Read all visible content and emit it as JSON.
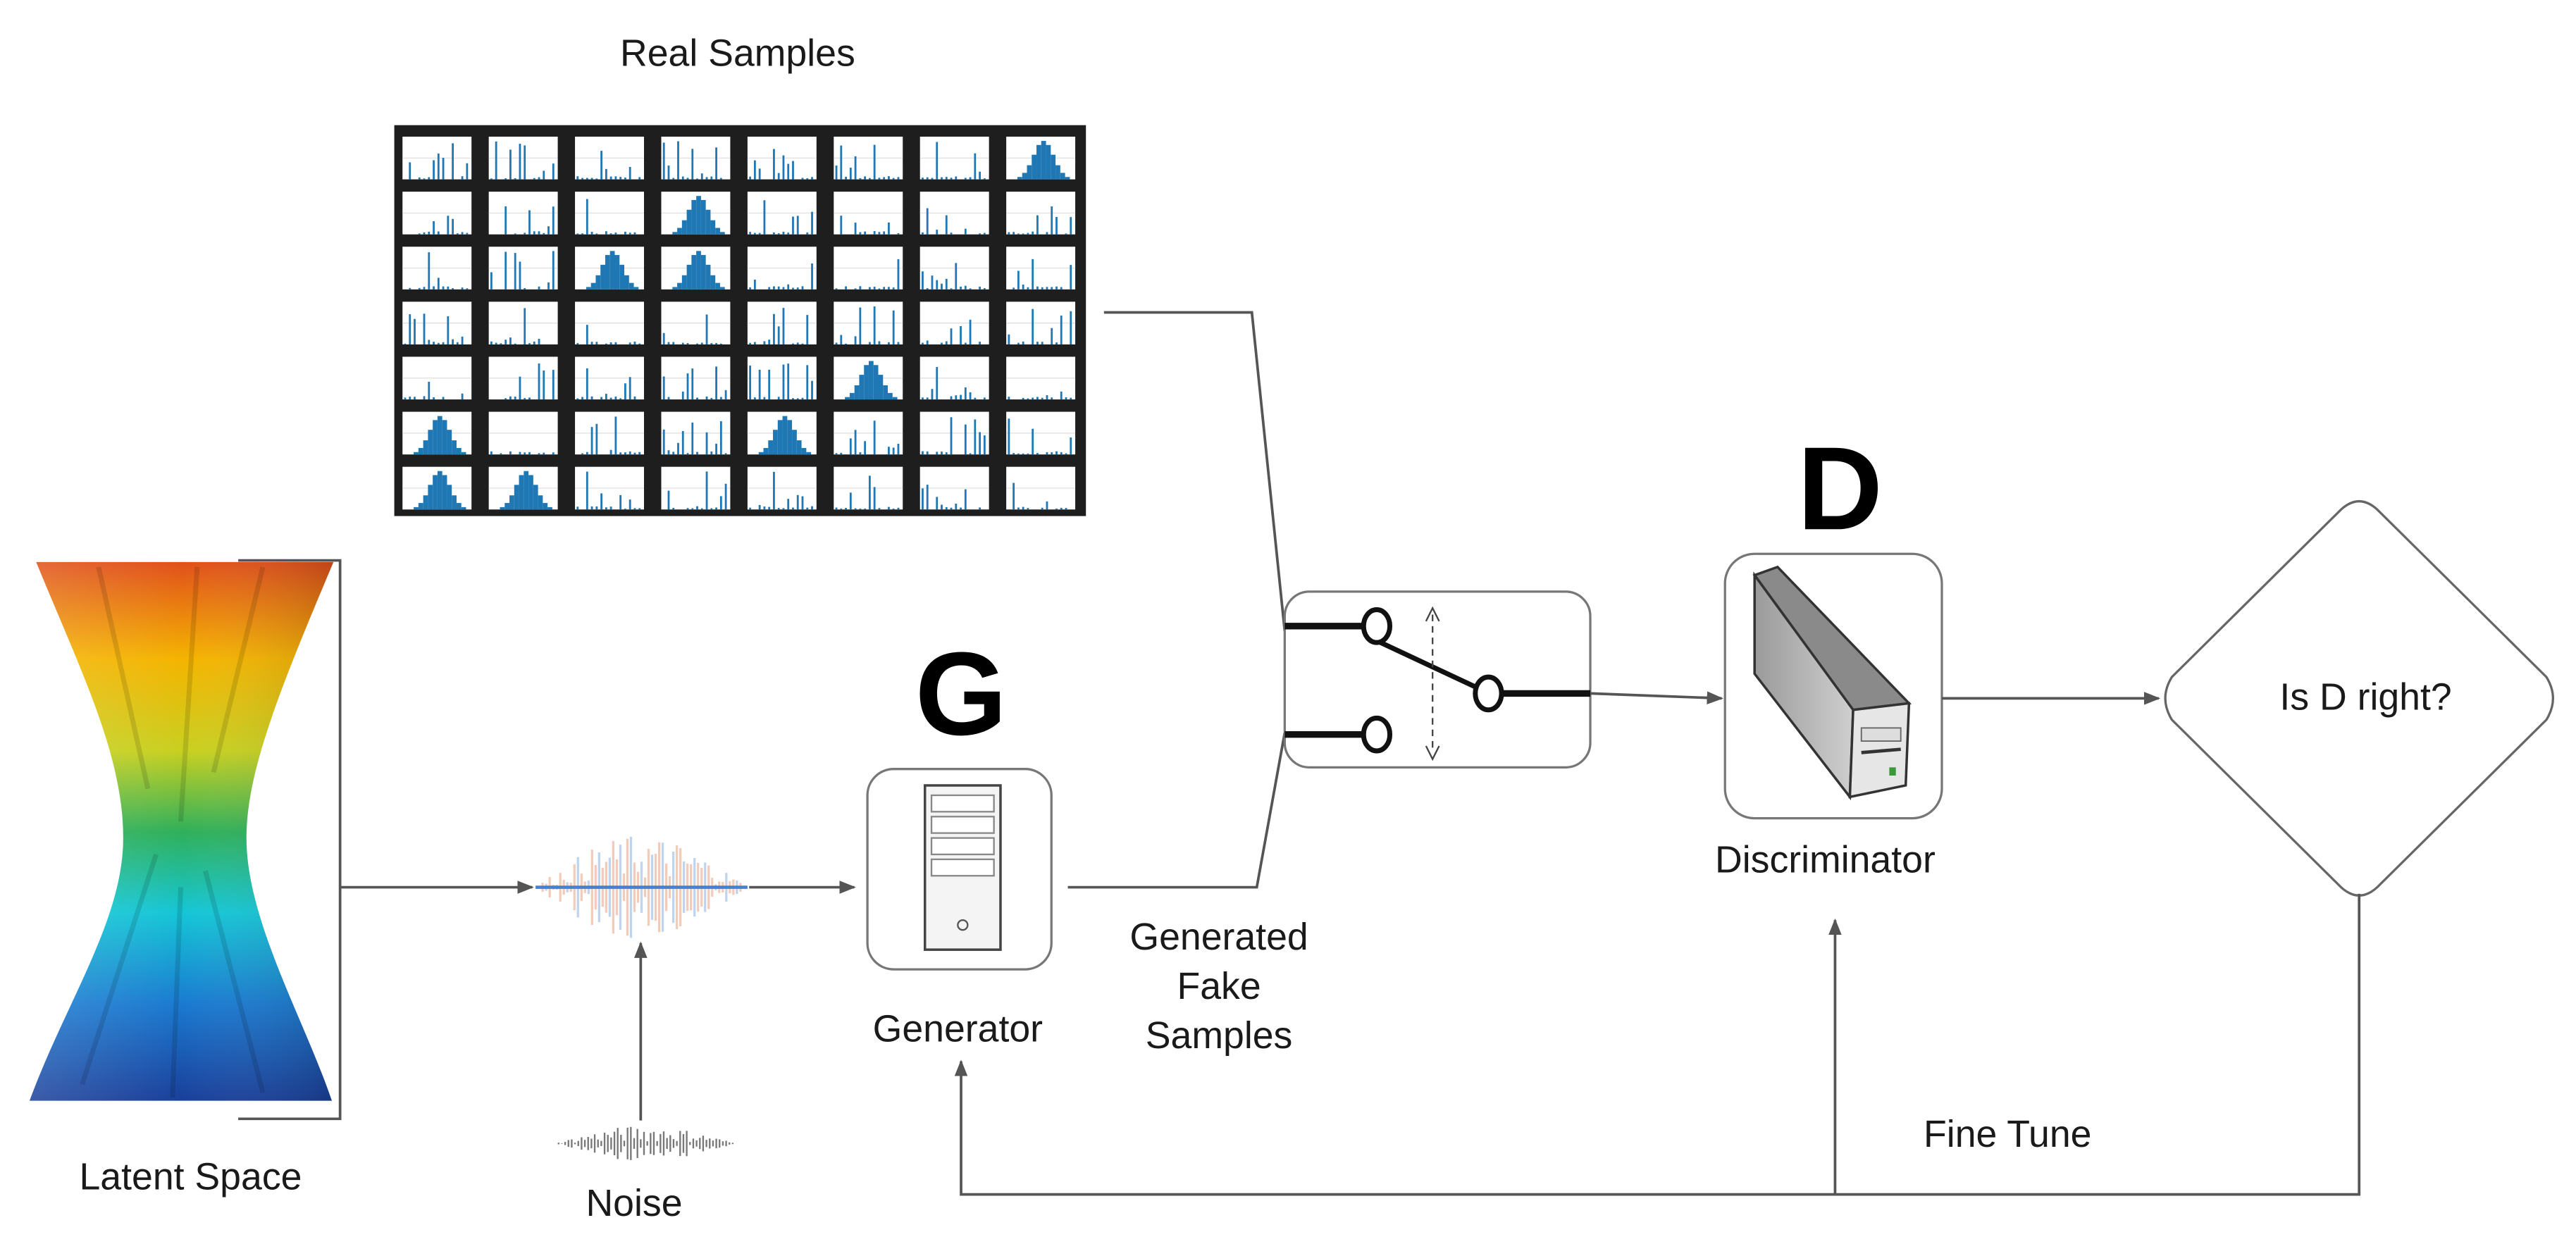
{
  "real_samples": {
    "title": "Real Samples",
    "rows": 7,
    "cols": 8,
    "bar_color": "#1f77b4"
  },
  "latent_space": {
    "label": "Latent Space"
  },
  "noise": {
    "label": "Noise"
  },
  "generator": {
    "letter": "G",
    "label": "Generator"
  },
  "fake_samples": {
    "lines": [
      "Generated",
      "Fake",
      "Samples"
    ]
  },
  "discriminator": {
    "letter": "D",
    "label": "Discriminator"
  },
  "decision": {
    "label": "Is D right?"
  },
  "feedback": {
    "label": "Fine Tune"
  },
  "colors": {
    "line": "#555555",
    "grid_bg": "#1e1e1e",
    "accent_green": "#3a9a3a"
  }
}
